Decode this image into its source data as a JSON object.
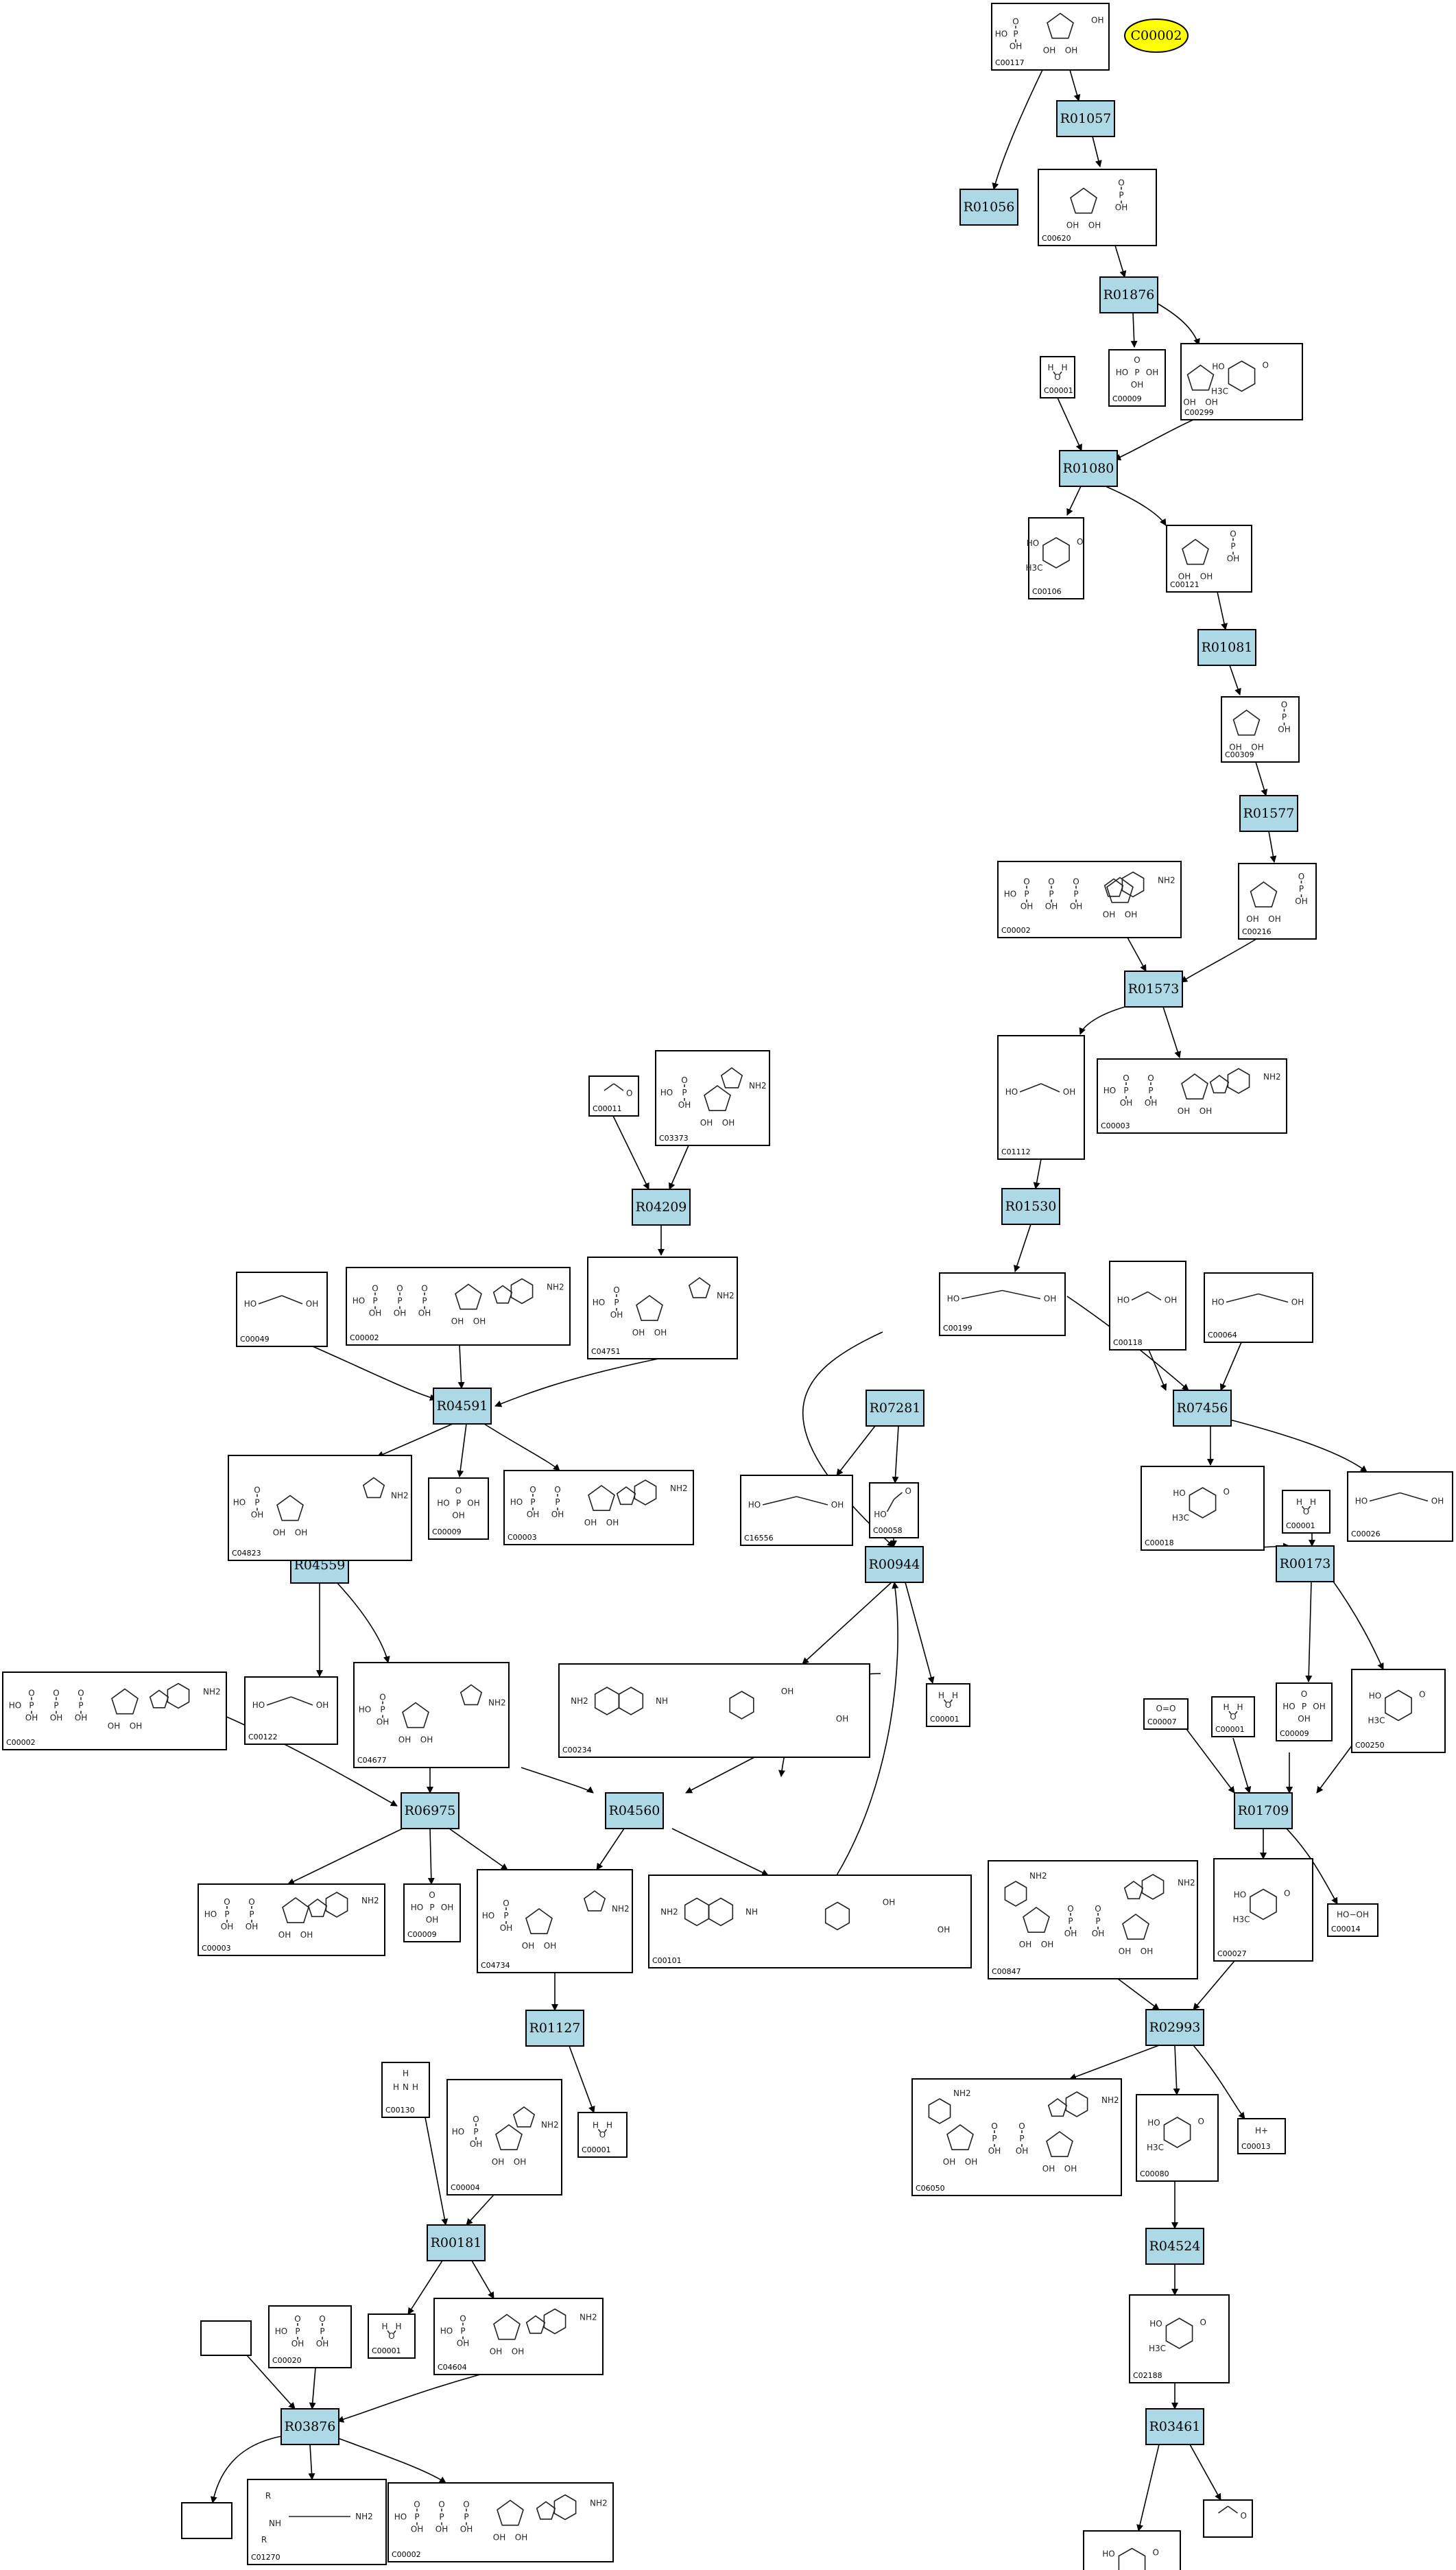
{
  "target": "C00002",
  "colors": {
    "reaction_fill": "#add8e6",
    "compound_fill": "#ffffff",
    "target_fill": "#ffff00",
    "stroke": "#000000"
  },
  "reactions": [
    "R01057",
    "R01056",
    "R01876",
    "R01080",
    "R01081",
    "R01577",
    "R01573",
    "R01530",
    "R04209",
    "R04591",
    "R07281",
    "R07456",
    "R00944",
    "R00173",
    "R04559",
    "R04560",
    "R06975",
    "R01709",
    "R01127",
    "R02993",
    "R00181",
    "R04524",
    "R03876",
    "R03461"
  ],
  "compounds": [
    "C00117",
    "C00620",
    "C00001",
    "C00009",
    "C00299",
    "C00106",
    "C00121",
    "C00309",
    "C00216",
    "C00002",
    "C01112",
    "C00003",
    "C00011",
    "C03373",
    "C04751",
    "C00049",
    "C00199",
    "C00118",
    "C00064",
    "C04823",
    "C16556",
    "C00058",
    "C00018",
    "C00026",
    "C00122",
    "C04677",
    "C00234",
    "C00007",
    "C00250",
    "C04734",
    "C00101",
    "C00847",
    "C00027",
    "C00014",
    "C00130",
    "C00004",
    "C06050",
    "C00080",
    "C00013",
    "C00020",
    "C04604",
    "C02188",
    "C01270"
  ],
  "molecule_labels": {
    "hydroxyl": "OH",
    "ho": "HO",
    "phosphorus": "P",
    "oxygen": "O",
    "nh2": "NH2",
    "nh": "NH",
    "n": "N",
    "h": "H",
    "h3c": "H3C",
    "r": "R",
    "h_plus": "H+",
    "o2": "O=O",
    "hooh": "HO−OH"
  }
}
